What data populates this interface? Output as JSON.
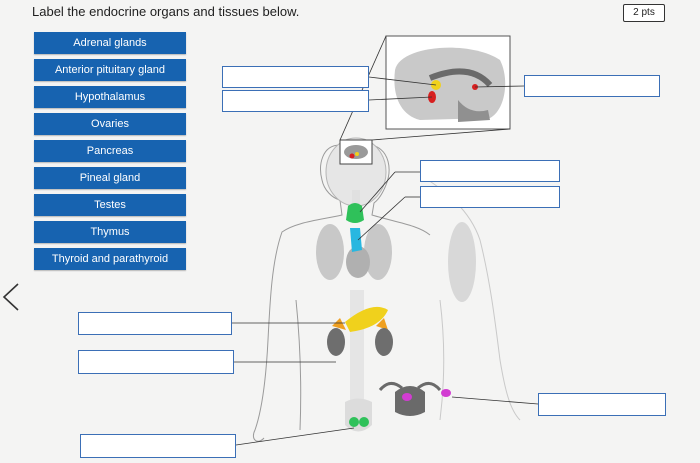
{
  "question": {
    "prompt": "Label the endocrine organs and tissues below.",
    "points": "2 pts"
  },
  "word_bank": [
    "Adrenal glands",
    "Anterior pituitary gland",
    "Hypothalamus",
    "Ovaries",
    "Pancreas",
    "Pineal gland",
    "Testes",
    "Thymus",
    "Thyroid and parathyroid"
  ],
  "drop_targets": [
    "",
    "",
    "",
    "",
    "",
    "",
    "",
    "",
    ""
  ],
  "navigation": {
    "back_icon": "chevron-left-icon"
  },
  "colors": {
    "word_bg": "#1763b0",
    "drop_border": "#3b6fb6",
    "pineal_yellow": "#f0d11c",
    "pituitary_red": "#d71f1f",
    "thyroid_green": "#2fc15a",
    "thymus_cyan": "#28b7e0",
    "adrenal_orange": "#f0a020",
    "ovary_magenta": "#d23cd2"
  }
}
